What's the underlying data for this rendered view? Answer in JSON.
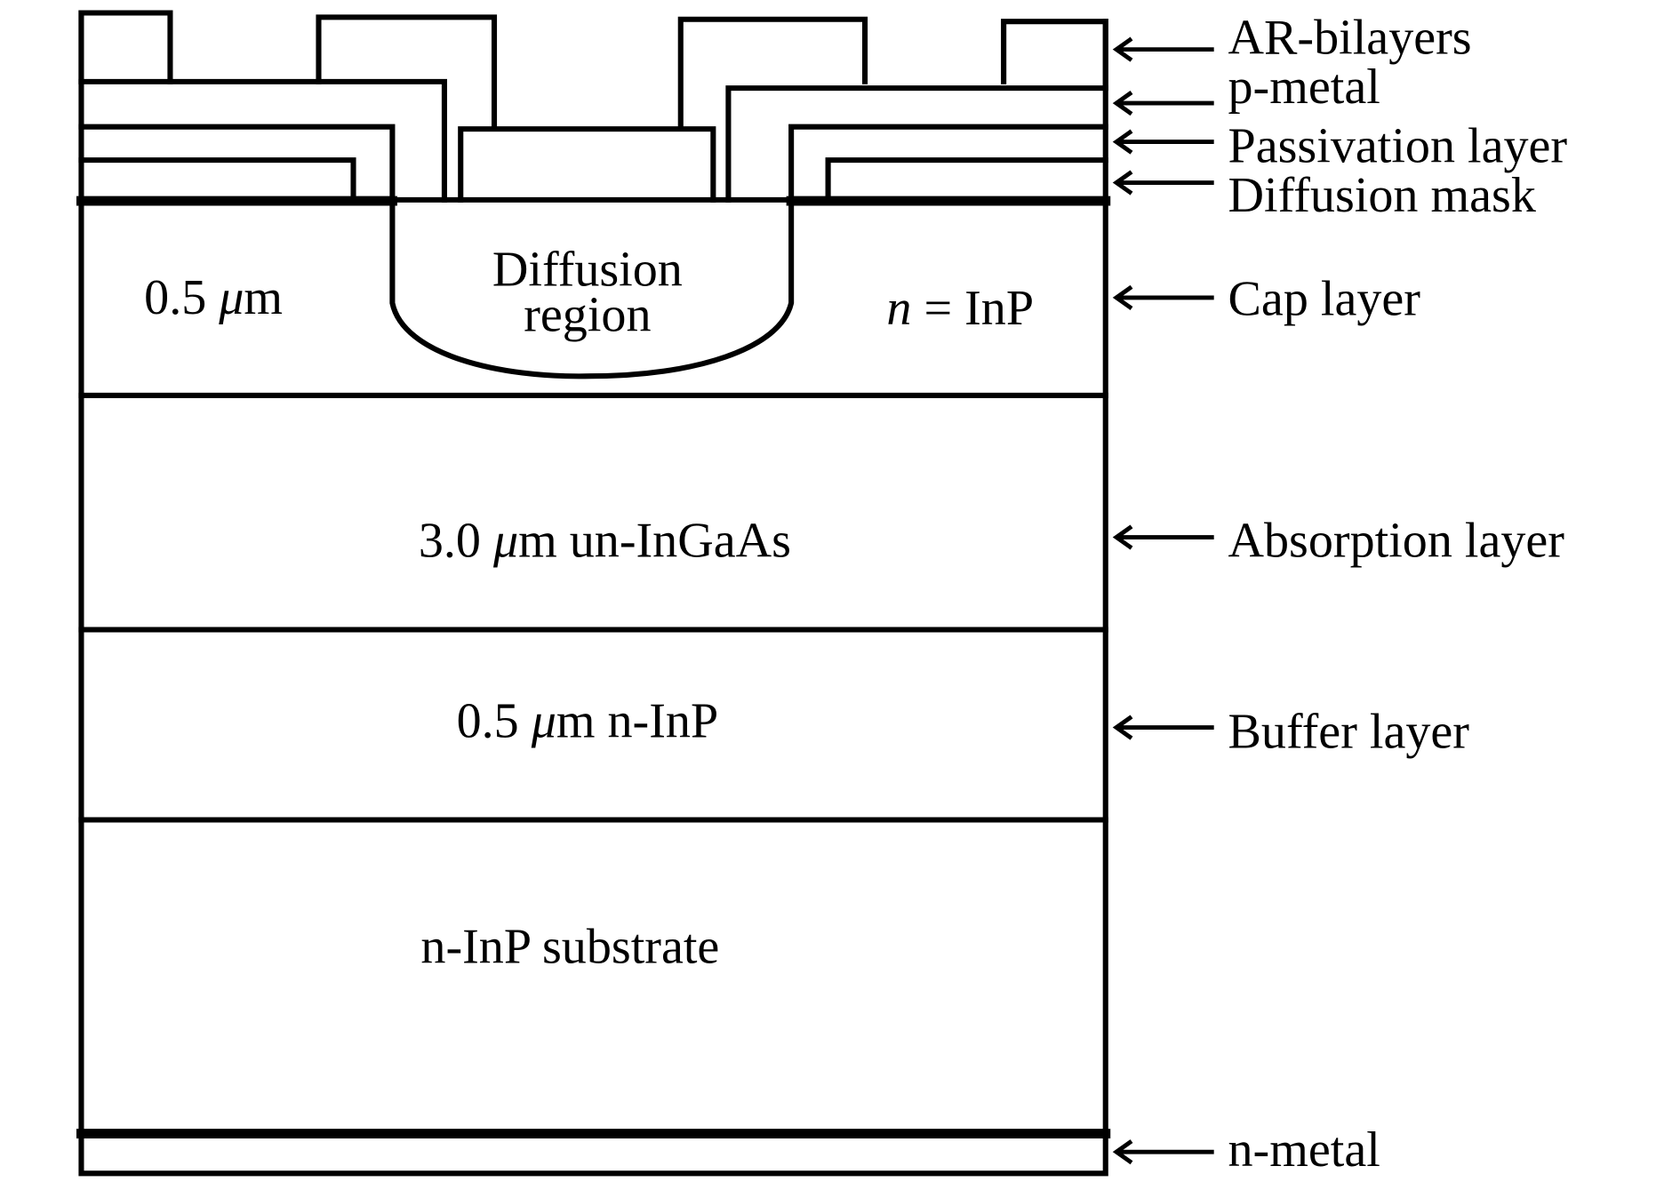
{
  "diagram": {
    "title": "Planar InGaAs/InP PIN photodiode layer structure",
    "layer_labels": [
      {
        "key": "ar",
        "text": "AR-bilayers"
      },
      {
        "key": "pmetal",
        "text": "p-metal"
      },
      {
        "key": "passivation",
        "text": "Passivation layer"
      },
      {
        "key": "mask",
        "text": "Diffusion mask"
      },
      {
        "key": "cap",
        "text": "Cap layer"
      },
      {
        "key": "absorption",
        "text": "Absorption layer"
      },
      {
        "key": "buffer",
        "text": "Buffer layer"
      },
      {
        "key": "nmetal",
        "text": "n-metal"
      }
    ],
    "inner_text": {
      "cap_thickness_num": "0.5 ",
      "cap_thickness_mu": "μ",
      "cap_thickness_unit": "m",
      "cap_material_n": "n",
      "cap_material_rest": " = InP",
      "diffusion_line1": "Diffusion",
      "diffusion_line2": "region",
      "absorption_num": "3.0 ",
      "absorption_mu": "μ",
      "absorption_rest": "m un-InGaAs",
      "buffer_num": "0.5 ",
      "buffer_mu": "μ",
      "buffer_rest": "m n-InP",
      "substrate": "n-InP substrate"
    },
    "colors": {
      "stroke": "#000000",
      "background": "#ffffff"
    }
  }
}
